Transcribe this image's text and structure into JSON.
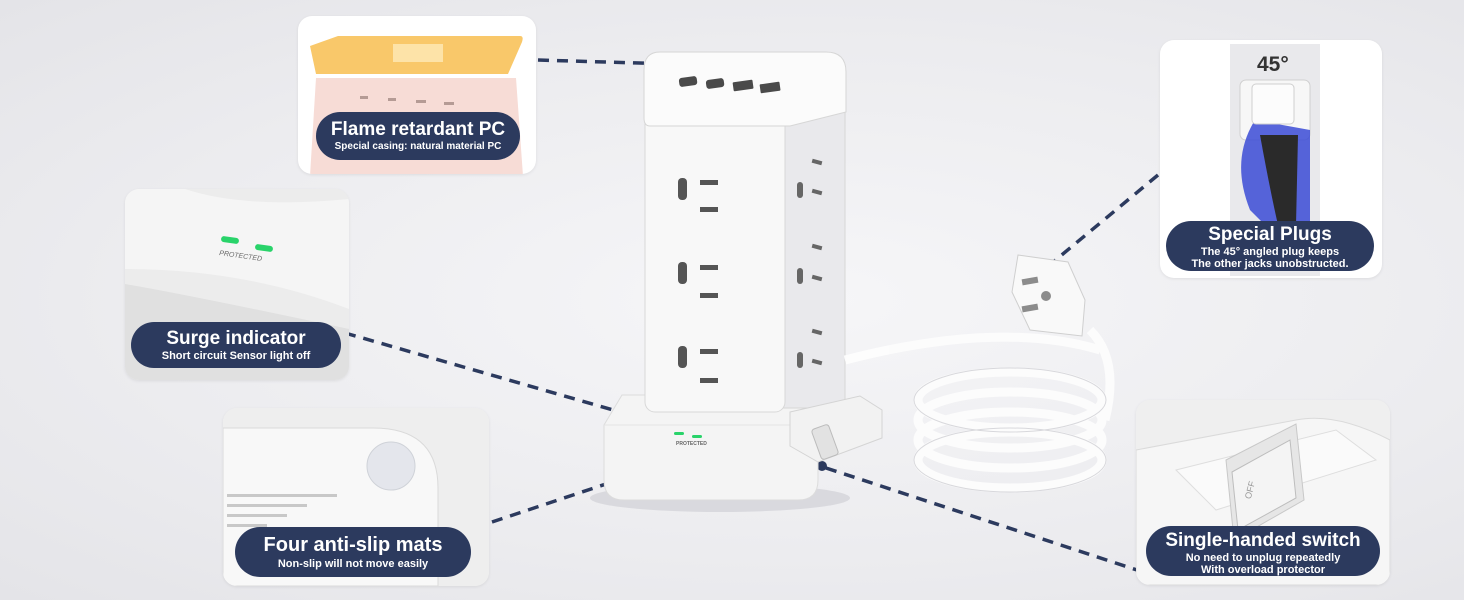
{
  "colors": {
    "pill_background": "#2c3a5e",
    "connector": "#2c3a5e",
    "indicator_led": "#29d36a",
    "product_white": "#f7f7f7"
  },
  "callouts": {
    "flame": {
      "title": "Flame retardant PC",
      "subtitle": "Special casing: natural material PC"
    },
    "surge": {
      "title": "Surge indicator",
      "subtitle": "Short circuit Sensor light off",
      "panel_label": "PROTECTED"
    },
    "mats": {
      "title": "Four anti-slip mats",
      "subtitle": "Non-slip will not move easily"
    },
    "plugs": {
      "title": "Special Plugs",
      "subtitle_line1": "The 45° angled plug keeps",
      "subtitle_line2": "The other jacks unobstructed.",
      "angle_label": "45°"
    },
    "switch": {
      "title": "Single-handed switch",
      "subtitle_line1": "No need to unplug repeatedly",
      "subtitle_line2": "With overload protector",
      "switch_label": "OFF"
    }
  },
  "product": {
    "indicator_label": "PROTECTED"
  }
}
